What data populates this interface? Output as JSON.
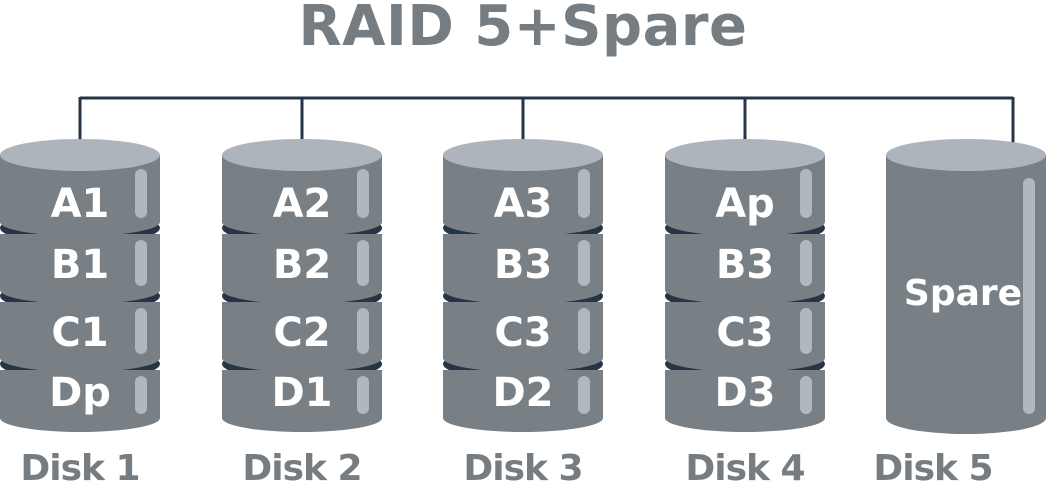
{
  "title": "RAID 5+Spare",
  "colors": {
    "body": "#788086",
    "top": "#adb4bb",
    "separator": "#253545",
    "highlight": "#b0b7be",
    "text": "#ffffff",
    "label": "#757d82",
    "bus": "#253545"
  },
  "disks": [
    {
      "label": "Disk 1",
      "type": "striped",
      "blocks": [
        "A1",
        "B1",
        "C1",
        "Dp"
      ]
    },
    {
      "label": "Disk 2",
      "type": "striped",
      "blocks": [
        "A2",
        "B2",
        "C2",
        "D1"
      ]
    },
    {
      "label": "Disk 3",
      "type": "striped",
      "blocks": [
        "A3",
        "B3",
        "C3",
        "D2"
      ]
    },
    {
      "label": "Disk 4",
      "type": "striped",
      "blocks": [
        "Ap",
        "B3",
        "C3",
        "D3"
      ]
    },
    {
      "label": "Disk 5",
      "type": "spare",
      "blocks": [
        "Spare"
      ]
    }
  ]
}
